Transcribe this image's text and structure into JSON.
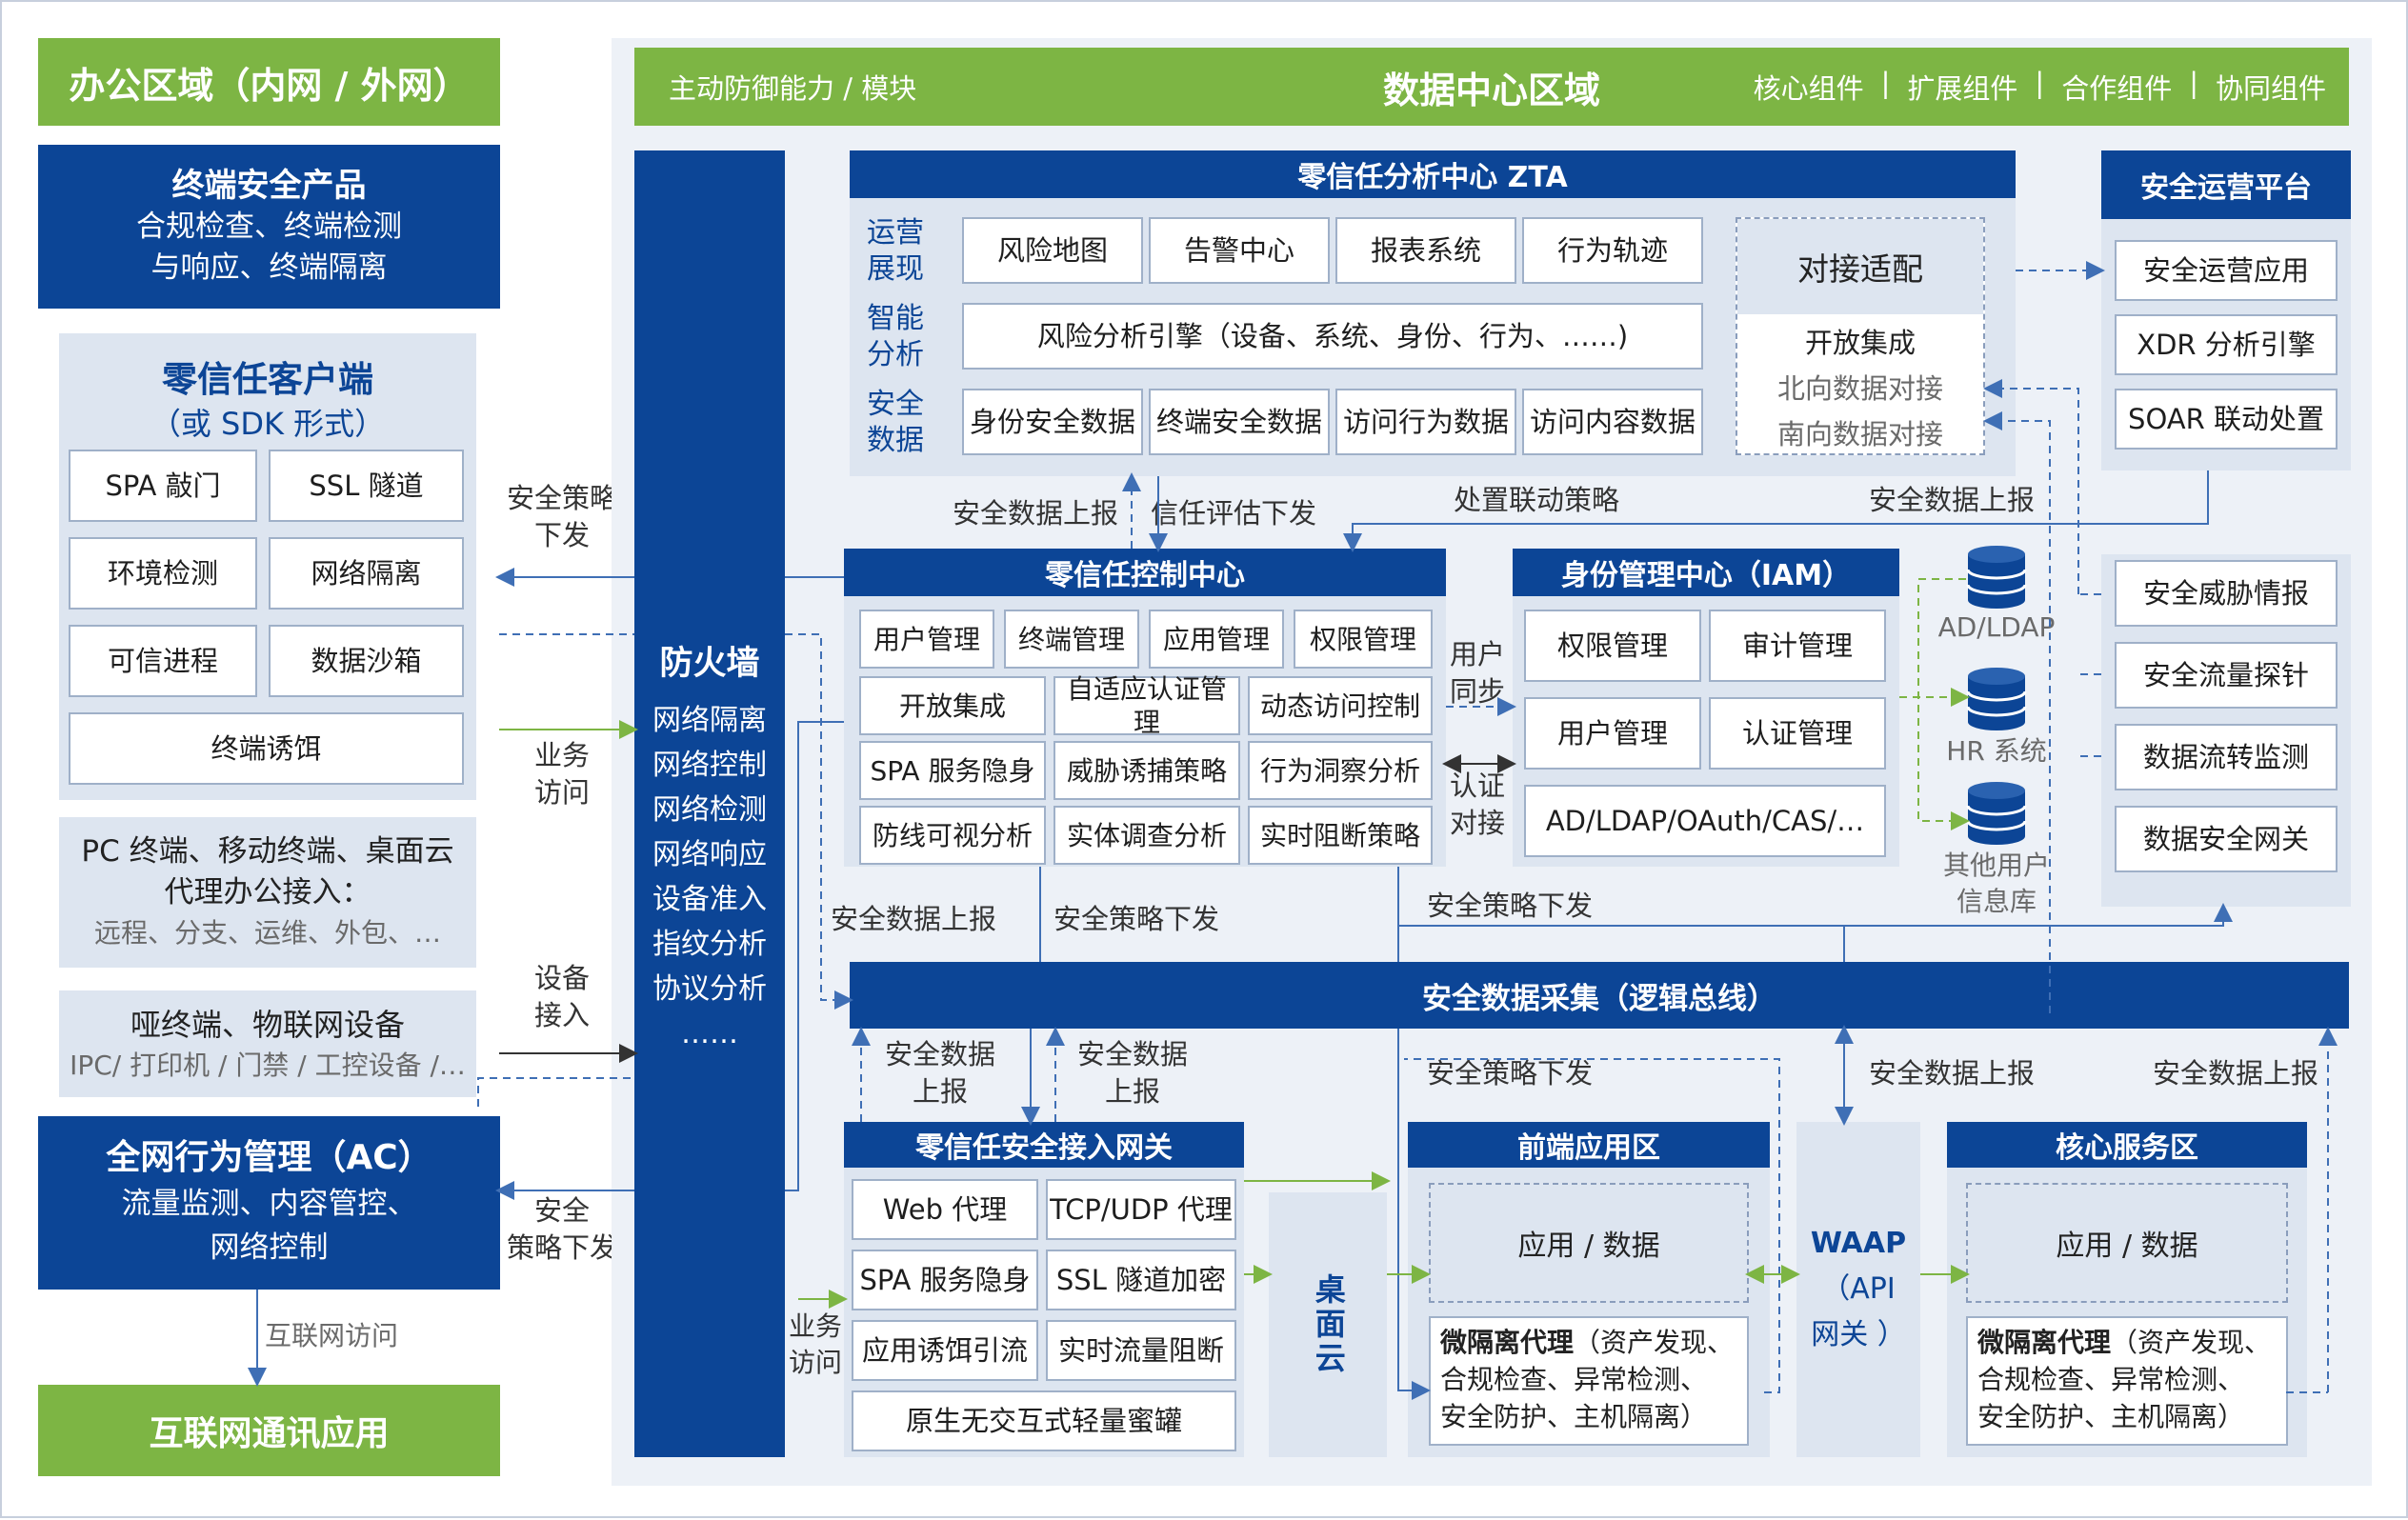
{
  "left": {
    "header": "办公区域（内网 / 外网）",
    "terminal_product": {
      "title": "终端安全产品",
      "line1": "合规检查、终端检测",
      "line2": "与响应、终端隔离"
    },
    "ztclient": {
      "title": "零信任客户端",
      "subtitle": "（或 SDK 形式）",
      "items": [
        "SPA 敲门",
        "SSL 隧道",
        "环境检测",
        "网络隔离",
        "可信进程",
        "数据沙箱",
        "终端诱饵"
      ]
    },
    "pc": {
      "line1": "PC 终端、移动终端、桌面云",
      "line2": "代理办公接入：",
      "line3": "远程、分支、运维、外包、…"
    },
    "dumb": {
      "line1": "哑终端、物联网设备",
      "line2": "IPC/ 打印机 / 门禁 / 工控设备 /…"
    },
    "ac": {
      "title": "全网行为管理（AC）",
      "line1": "流量监测、内容管控、",
      "line2": "网络控制"
    },
    "internet_label": "互联网访问",
    "internet_app": "互联网通讯应用"
  },
  "mid_labels": {
    "policy1_a": "安全策略",
    "policy1_b": "下发",
    "biz_a": "业务",
    "biz_b": "访问",
    "dev_a": "设备",
    "dev_b": "接入",
    "policy2_a": "安全",
    "policy2_b": "策略下发"
  },
  "header": {
    "left": "主动防御能力 / 模块",
    "title": "数据中心区域",
    "right": [
      "核心组件",
      "扩展组件",
      "合作组件",
      "协同组件"
    ]
  },
  "firewall": {
    "title": "防火墙",
    "items": [
      "网络隔离",
      "网络控制",
      "网络检测",
      "网络响应",
      "设备准入",
      "指纹分析",
      "协议分析",
      "……"
    ]
  },
  "zta": {
    "title": "零信任分析中心 ZTA",
    "row_labels": [
      [
        "运营",
        "展现"
      ],
      [
        "智能",
        "分析"
      ],
      [
        "安全",
        "数据"
      ]
    ],
    "ops": [
      "风险地图",
      "告警中心",
      "报表系统",
      "行为轨迹"
    ],
    "engine": "风险分析引擎（设备、系统、身份、行为、……)",
    "data": [
      "身份安全数据",
      "终端安全数据",
      "访问行为数据",
      "访问内容数据"
    ],
    "adapt_title": "对接适配",
    "adapt_items": [
      "开放集成",
      "北向数据对接",
      "南向数据对接"
    ]
  },
  "soc": {
    "title": "安全运营平台",
    "items": [
      "安全运营应用",
      "XDR 分析引擎",
      "SOAR 联动处置"
    ]
  },
  "right_items": [
    "安全威胁情报",
    "安全流量探针",
    "数据流转监测",
    "数据安全网关"
  ],
  "flow_labels": {
    "up1": "安全数据上报",
    "trust": "信任评估下发",
    "dispose": "处置联动策略",
    "up2": "安全数据上报",
    "user_sync_a": "用户",
    "user_sync_b": "同步",
    "auth_a": "认证",
    "auth_b": "对接",
    "up3": "安全数据上报",
    "policy3": "安全策略下发",
    "policy4": "安全策略下发",
    "up4_a": "安全数据",
    "up4_b": "上报",
    "up5_a": "安全数据",
    "up5_b": "上报",
    "policy5": "安全策略下发",
    "up6": "安全数据上报",
    "up7": "安全数据上报",
    "biz_a": "业务",
    "biz_b": "访问"
  },
  "control": {
    "title": "零信任控制中心",
    "row1": [
      "用户管理",
      "终端管理",
      "应用管理",
      "权限管理"
    ],
    "grid": [
      "开放集成",
      "自适应认证管理",
      "动态访问控制",
      "SPA 服务隐身",
      "威胁诱捕策略",
      "行为洞察分析",
      "防线可视分析",
      "实体调查分析",
      "实时阻断策略"
    ]
  },
  "iam": {
    "title": "身份管理中心（IAM）",
    "items": [
      "权限管理",
      "审计管理",
      "用户管理",
      "认证管理"
    ],
    "bottom": "AD/LDAP/OAuth/CAS/…"
  },
  "dbs": [
    "AD/LDAP",
    "HR 系统",
    "其他用户",
    "信息库"
  ],
  "bus": "安全数据采集（逻辑总线）",
  "gateway": {
    "title": "零信任安全接入网关",
    "items": [
      "Web 代理",
      "TCP/UDP 代理",
      "SPA 服务隐身",
      "SSL 隧道加密",
      "应用诱饵引流",
      "实时流量阻断"
    ],
    "bottom": "原生无交互式轻量蜜罐"
  },
  "desktop": "桌面云",
  "front": {
    "title": "前端应用区",
    "app": "应用 / 数据",
    "micro_bold": "微隔离代理",
    "micro_rest": "（资产发现、",
    "micro_l2": "合规检查、异常检测、",
    "micro_l3": "安全防护、主机隔离）"
  },
  "waap": {
    "line1": "WAAP",
    "line2": "（API",
    "line3": "网关 ）"
  },
  "core": {
    "title": "核心服务区",
    "app": "应用 / 数据",
    "micro_bold": "微隔离代理",
    "micro_rest": "（资产发现、",
    "micro_l2": "合规检查、异常检测、",
    "micro_l3": "安全防护、主机隔离）"
  },
  "colors": {
    "green": "#7db544",
    "navy": "#0c4596",
    "panel": "#dde5f0",
    "border": "#9fb0c8"
  }
}
